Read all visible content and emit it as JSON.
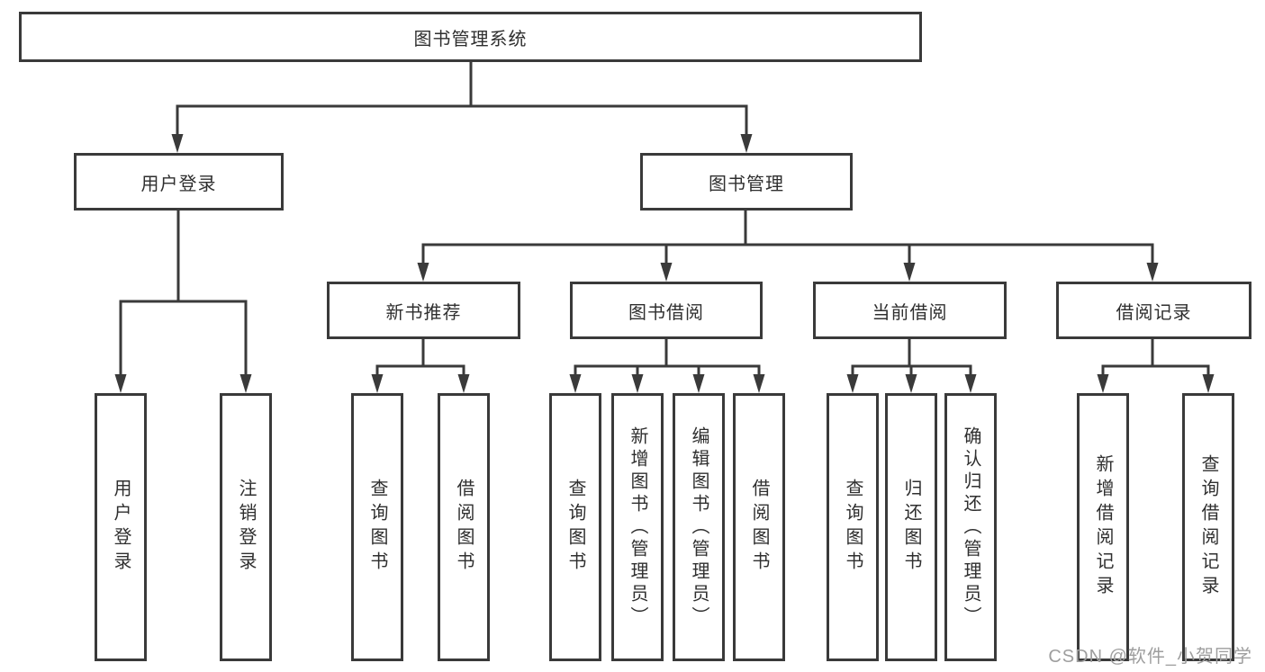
{
  "colors": {
    "line": "#3a3a3a",
    "box_border": "#3a3a3a",
    "box_fill": "#ffffff",
    "text": "#2f2f2f",
    "watermark": "#9e9e9e"
  },
  "watermark": "CSDN @软件_小贺同学",
  "tree": {
    "root": "图书管理系统",
    "children": [
      {
        "label": "用户登录",
        "children": [
          "用户登录",
          "注销登录"
        ]
      },
      {
        "label": "图书管理",
        "children": [
          {
            "label": "新书推荐",
            "children": [
              "查询图书",
              "借阅图书"
            ]
          },
          {
            "label": "图书借阅",
            "children": [
              "查询图书",
              "新增图书（管理员）",
              "编辑图书（管理员）",
              "借阅图书"
            ]
          },
          {
            "label": "当前借阅",
            "children": [
              "查询图书",
              "归还图书",
              "确认归还（管理员）"
            ]
          },
          {
            "label": "借阅记录",
            "children": [
              "新增借阅记录",
              "查询借阅记录"
            ]
          }
        ]
      }
    ]
  }
}
